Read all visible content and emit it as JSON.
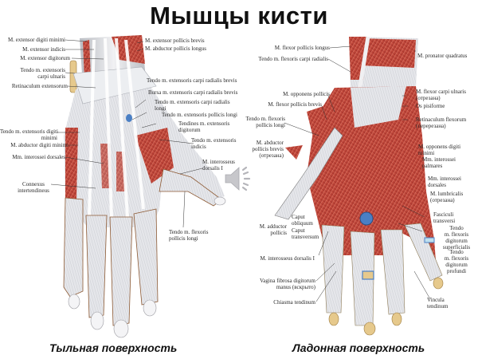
{
  "title": "Мышцы кисти",
  "captions": {
    "dorsal": "Тыльная поверхность",
    "palmar": "Ладонная поверхность"
  },
  "colors": {
    "muscle": "#b8322b",
    "muscle_light": "#d9614f",
    "tendon": "#e3e3e6",
    "tendon_shade": "#b9bcc2",
    "bone": "#e6c98c",
    "cartilage_blue": "#4a7fc4",
    "line": "#333333"
  },
  "dorsal_labels": {
    "ext_digiti_minimi": "M. extensor digiti minimi",
    "ext_indicis": "M. extensor indicis",
    "ext_digitorum": "M. extensor digitorum",
    "tendo_ext_carpi_ulnaris": "Tendo m. extensoris\ncarpi ulnaris",
    "retinaculum_ext": "Retinaculum extensorum",
    "tendo_ext_digiti_minimi": "Tendo m. extensoris digiti\nminimi",
    "abd_digiti_minimi": "M. abductor digiti minimi",
    "interossei_dorsales": "Mm. interossei dorsales",
    "connexus": "Connexus\nintertendineus",
    "ext_pollicis_brevis": "M. extensor pollicis brevis",
    "abd_pollicis_longus": "M. abductor pollicis longus",
    "tendo_ext_carpi_rad_brevis": "Tendo m. extensoris carpi radialis brevis",
    "bursa": "Bursa m. extensoris carpi radialis brevis",
    "tendo_ext_carpi_rad_longi": "Tendo m. extensoris carpi radialis\nlongi",
    "tendo_ext_pollicis_longi": "Tendo m. extensoris pollicis longi",
    "tendines_ext_digitorum": "Tendines m. extensoris\ndigitorum",
    "tendo_ext_indicis": "Tendo m. extensoris\nindicis",
    "interosseus_dorsalis_1": "M. interosseus\ndorsalis I",
    "tendo_flex_pollicis_longi": "Tendo m. flexoris\npollicis longi"
  },
  "palmar_labels": {
    "flex_pollicis_longus": "M. flexor pollicis longus",
    "tendo_flex_carpi_radialis": "Tendo m. flexoris carpi radialis",
    "opponens_pollicis": "M. opponens pollicis",
    "flex_pollicis_brevis": "M. flexor pollicis brevis",
    "tendo_flex_pollicis_longi": "Tendo m. flexoris\npollicis longi",
    "abd_pollicis_brevis": "M. abductor\npollicis brevis\n(отрезана)",
    "adductor_pollicis": "M. adductor\npollicis",
    "caput_obliquum": "Caput\nobliquum",
    "caput_transversum": "Caput\ntransversum",
    "interosseus_dorsalis_1": "M. interosseus dorsalis I",
    "vagina_fibrosa": "Vagina fibrosa digitorum\nmanus (вскрыто)",
    "chiasma": "Chiasma tendinum",
    "pronator_quadratus": "M. pronator quadratus",
    "flex_carpi_ulnaris": "M. flexor carpi ulnaris\n(отрезана)",
    "os_pisiforme": "Os pisiforme",
    "retinaculum_flex": "Retinaculum flexorum\n(перерезана)",
    "opponens_digiti_minimi": "M. opponens digiti\nminimi",
    "interossei_palmares": "Mm. interossei\npalmares",
    "interossei_dorsales": "Mm. interossei\ndorsales",
    "lumbricalis": "M. lumbricalis\n(отрезана)",
    "fasciculi": "Fasciculi\ntransversi",
    "tendo_flex_dig_superficialis": "Tendo\nm. flexoris\ndigitorum\nsuperficialis",
    "tendo_flex_dig_profundi": "Tendo\nm. flexoris\ndigitorum\nprofundi",
    "vincula": "Vincula\ntendinum"
  },
  "media": {
    "speaker_icon": "speaker-volume-icon"
  }
}
